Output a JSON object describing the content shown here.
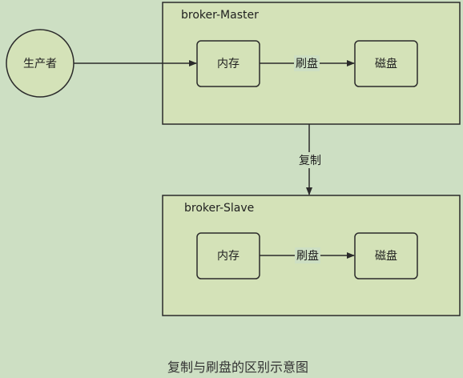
{
  "nodes": {
    "producer": "生产者",
    "master_group": "broker-Master",
    "master_memory": "内存",
    "master_disk": "磁盘",
    "slave_group": "broker-Slave",
    "slave_memory": "内存",
    "slave_disk": "磁盘"
  },
  "edges": {
    "master_flush": "刷盘",
    "replicate": "复制",
    "slave_flush": "刷盘"
  },
  "caption": "复制与刷盘的区别示意图",
  "colors": {
    "background": "#cddfc3",
    "box_fill": "#d4e2b8",
    "stroke": "#2b2b2b"
  }
}
